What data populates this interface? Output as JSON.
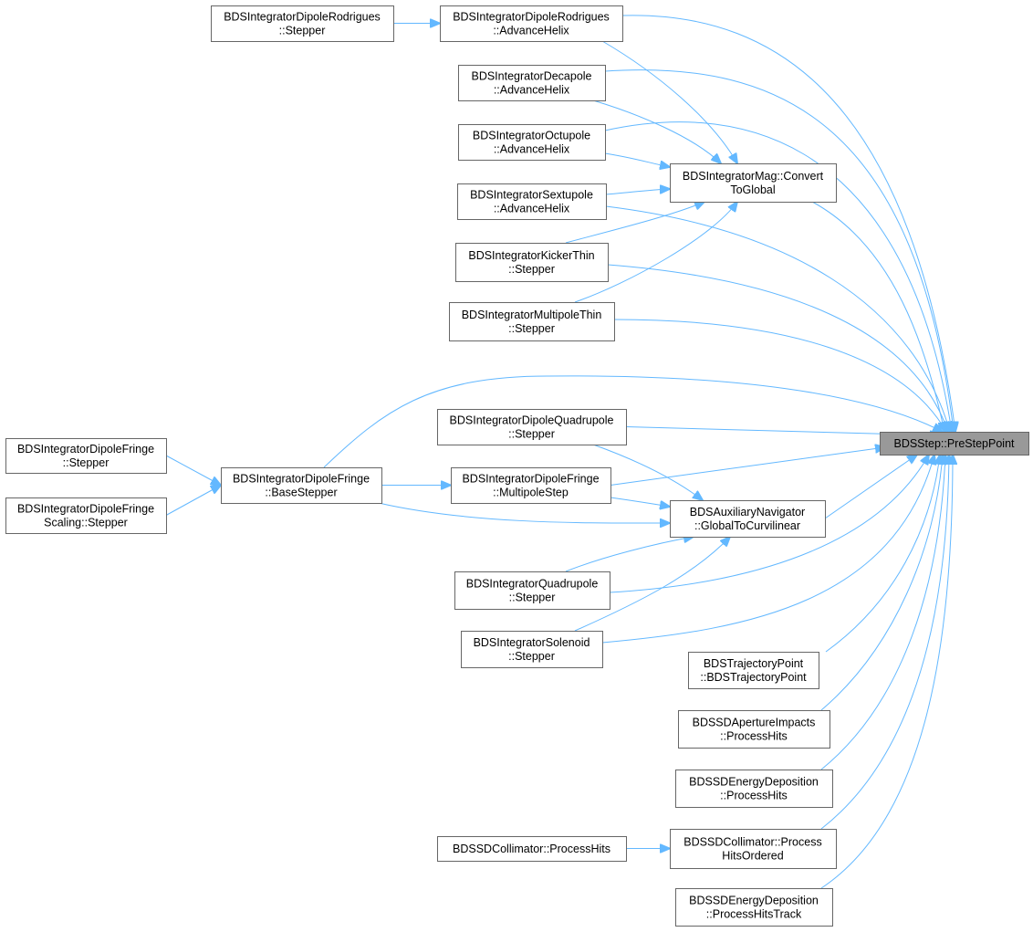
{
  "colors": {
    "edge": "#63b8ff",
    "node_border": "#666666",
    "node_fill": "#ffffff",
    "focus_fill": "#999999"
  },
  "focus_node": "prestep",
  "nodes": [
    {
      "id": "prestep",
      "lines": [
        "BDSStep::PreStepPoint"
      ]
    },
    {
      "id": "rod_stepper",
      "lines": [
        "BDSIntegratorDipoleRodrigues",
        "::Stepper"
      ]
    },
    {
      "id": "rod_adv",
      "lines": [
        "BDSIntegratorDipoleRodrigues",
        "::AdvanceHelix"
      ]
    },
    {
      "id": "deca_adv",
      "lines": [
        "BDSIntegratorDecapole",
        "::AdvanceHelix"
      ]
    },
    {
      "id": "octu_adv",
      "lines": [
        "BDSIntegratorOctupole",
        "::AdvanceHelix"
      ]
    },
    {
      "id": "mag_conv",
      "lines": [
        "BDSIntegratorMag::Convert",
        "ToGlobal"
      ]
    },
    {
      "id": "sext_adv",
      "lines": [
        "BDSIntegratorSextupole",
        "::AdvanceHelix"
      ]
    },
    {
      "id": "kick_step",
      "lines": [
        "BDSIntegratorKickerThin",
        "::Stepper"
      ]
    },
    {
      "id": "multi_thin",
      "lines": [
        "BDSIntegratorMultipoleThin",
        "::Stepper"
      ]
    },
    {
      "id": "dq_step",
      "lines": [
        "BDSIntegratorDipoleQuadrupole",
        "::Stepper"
      ]
    },
    {
      "id": "fr_step",
      "lines": [
        "BDSIntegratorDipoleFringe",
        "::Stepper"
      ]
    },
    {
      "id": "fr_base",
      "lines": [
        "BDSIntegratorDipoleFringe",
        "::BaseStepper"
      ]
    },
    {
      "id": "fr_multi",
      "lines": [
        "BDSIntegratorDipoleFringe",
        "::MultipoleStep"
      ]
    },
    {
      "id": "fr_scal",
      "lines": [
        "BDSIntegratorDipoleFringe",
        "Scaling::Stepper"
      ]
    },
    {
      "id": "aux_nav",
      "lines": [
        "BDSAuxiliaryNavigator",
        "::GlobalToCurvilinear"
      ]
    },
    {
      "id": "quad_step",
      "lines": [
        "BDSIntegratorQuadrupole",
        "::Stepper"
      ]
    },
    {
      "id": "sol_step",
      "lines": [
        "BDSIntegratorSolenoid",
        "::Stepper"
      ]
    },
    {
      "id": "traj",
      "lines": [
        "BDSTrajectoryPoint",
        "::BDSTrajectoryPoint"
      ]
    },
    {
      "id": "aper",
      "lines": [
        "BDSSDApertureImpacts",
        "::ProcessHits"
      ]
    },
    {
      "id": "edep",
      "lines": [
        "BDSSDEnergyDeposition",
        "::ProcessHits"
      ]
    },
    {
      "id": "coll_ph",
      "lines": [
        "BDSSDCollimator::ProcessHits"
      ]
    },
    {
      "id": "coll_ord",
      "lines": [
        "BDSSDCollimator::Process",
        "HitsOrdered"
      ]
    },
    {
      "id": "edep_track",
      "lines": [
        "BDSSDEnergyDeposition",
        "::ProcessHitsTrack"
      ]
    }
  ],
  "edges": [
    {
      "from": "rod_stepper",
      "to": "rod_adv"
    },
    {
      "from": "rod_adv",
      "to": "mag_conv"
    },
    {
      "from": "rod_adv",
      "to": "prestep"
    },
    {
      "from": "deca_adv",
      "to": "mag_conv"
    },
    {
      "from": "deca_adv",
      "to": "prestep"
    },
    {
      "from": "octu_adv",
      "to": "mag_conv"
    },
    {
      "from": "octu_adv",
      "to": "prestep"
    },
    {
      "from": "sext_adv",
      "to": "mag_conv"
    },
    {
      "from": "sext_adv",
      "to": "prestep"
    },
    {
      "from": "kick_step",
      "to": "mag_conv"
    },
    {
      "from": "kick_step",
      "to": "prestep"
    },
    {
      "from": "multi_thin",
      "to": "mag_conv"
    },
    {
      "from": "multi_thin",
      "to": "prestep"
    },
    {
      "from": "mag_conv",
      "to": "prestep"
    },
    {
      "from": "fr_base",
      "to": "prestep"
    },
    {
      "from": "fr_step",
      "to": "fr_base"
    },
    {
      "from": "fr_scal",
      "to": "fr_base"
    },
    {
      "from": "fr_base",
      "to": "fr_multi"
    },
    {
      "from": "fr_base",
      "to": "aux_nav"
    },
    {
      "from": "dq_step",
      "to": "prestep"
    },
    {
      "from": "dq_step",
      "to": "aux_nav"
    },
    {
      "from": "fr_multi",
      "to": "prestep"
    },
    {
      "from": "fr_multi",
      "to": "aux_nav"
    },
    {
      "from": "aux_nav",
      "to": "prestep"
    },
    {
      "from": "quad_step",
      "to": "aux_nav"
    },
    {
      "from": "quad_step",
      "to": "prestep"
    },
    {
      "from": "sol_step",
      "to": "aux_nav"
    },
    {
      "from": "sol_step",
      "to": "prestep"
    },
    {
      "from": "traj",
      "to": "prestep"
    },
    {
      "from": "aper",
      "to": "prestep"
    },
    {
      "from": "edep",
      "to": "prestep"
    },
    {
      "from": "coll_ph",
      "to": "coll_ord"
    },
    {
      "from": "coll_ord",
      "to": "prestep"
    },
    {
      "from": "edep_track",
      "to": "prestep"
    }
  ]
}
